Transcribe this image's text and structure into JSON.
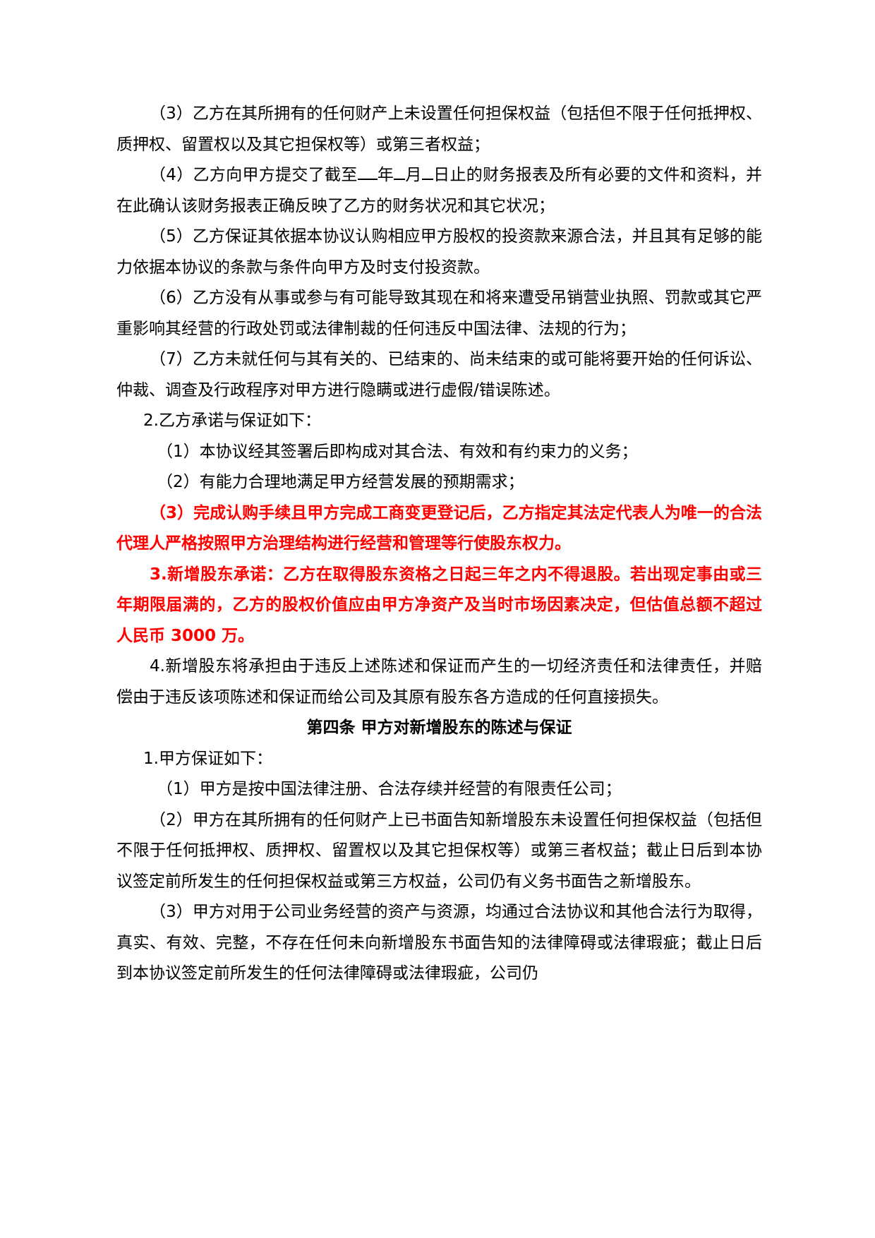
{
  "document": {
    "paragraphs": [
      {
        "id": "p3-3",
        "text": "（3）乙方在其所拥有的任何财产上未设置任何担保权益（包括但不限于任何抵押权、质押权、留置权以及其它担保权等）或第三者权益；",
        "color": "#000000"
      },
      {
        "id": "p3-4a",
        "text": "（4）乙方向甲方提交了截至",
        "color": "#000000"
      },
      {
        "id": "p3-4b",
        "text": "年",
        "color": "#000000"
      },
      {
        "id": "p3-4c",
        "text": "月",
        "color": "#000000"
      },
      {
        "id": "p3-4d",
        "text": "日止的财务报表及所有必要的文件和资料，并在此确认该财务报表正确反映了乙方的财务状况和其它状况；",
        "color": "#000000"
      },
      {
        "id": "p3-5",
        "text": "（5）乙方保证其依据本协议认购相应甲方股权的投资款来源合法，并且其有足够的能力依据本协议的条款与条件向甲方及时支付投资款。",
        "color": "#000000"
      },
      {
        "id": "p3-6",
        "text": "（6）乙方没有从事或参与有可能导致其现在和将来遭受吊销营业执照、罚款或其它严重影响其经营的行政处罚或法律制裁的任何违反中国法律、法规的行为；",
        "color": "#000000"
      },
      {
        "id": "p3-7",
        "text": "（7）乙方未就任何与其有关的、已结束的、尚未结束的或可能将要开始的任何诉讼、仲裁、调查及行政程序对甲方进行隐瞒或进行虚假/错误陈述。",
        "color": "#000000"
      },
      {
        "id": "p-2",
        "text": "2.乙方承诺与保证如下：",
        "color": "#000000"
      },
      {
        "id": "p2-1",
        "text": "（1）本协议经其签署后即构成对其合法、有效和有约束力的义务；",
        "color": "#000000"
      },
      {
        "id": "p2-2",
        "text": "（2）有能力合理地满足甲方经营发展的预期需求；",
        "color": "#000000"
      },
      {
        "id": "p2-3",
        "text": "（3）完成认购手续且甲方完成工商变更登记后，乙方指定其法定代表人为唯一的合法代理人严格按照甲方治理结构进行经营和管理等行使股东权力。",
        "color": "#ff0000"
      },
      {
        "id": "p-3",
        "text": "3.新增股东承诺：乙方在取得股东资格之日起三年之内不得退股。若出现定事由或三年期限届满的，乙方的股权价值应由甲方净资产及当时市场因素决定，但估值总额不超过人民币 3000 万。",
        "color": "#ff0000"
      },
      {
        "id": "p-4",
        "text": "4.新增股东将承担由于违反上述陈述和保证而产生的一切经济责任和法律责任，并赔偿由于违反该项陈述和保证而给公司及其原有股东各方造成的任何直接损失。",
        "color": "#000000"
      }
    ],
    "article4": {
      "heading": "第四条  甲方对新增股东的陈述与保证",
      "paragraphs": [
        {
          "id": "a4-1",
          "text": "1.甲方保证如下："
        },
        {
          "id": "a4-1-1",
          "text": "（1）甲方是按中国法律注册、合法存续并经营的有限责任公司；"
        },
        {
          "id": "a4-1-2",
          "text": "（2）甲方在其所拥有的任何财产上已书面告知新增股东未设置任何担保权益（包括但不限于任何抵押权、质押权、留置权以及其它担保权等）或第三者权益；截止日后到本协议签定前所发生的任何担保权益或第三方权益，公司仍有义务书面告之新增股东。"
        },
        {
          "id": "a4-1-3",
          "text": "（3）甲方对用于公司业务经营的资产与资源，均通过合法协议和其他合法行为取得，真实、有效、完整，不存在任何未向新增股东书面告知的法律障碍或法律瑕疵；截止日后到本协议签定前所发生的任何法律障碍或法律瑕疵，公司仍"
        }
      ]
    },
    "colors": {
      "body_text": "#000000",
      "highlight_red": "#ff0000",
      "background": "#ffffff"
    }
  }
}
